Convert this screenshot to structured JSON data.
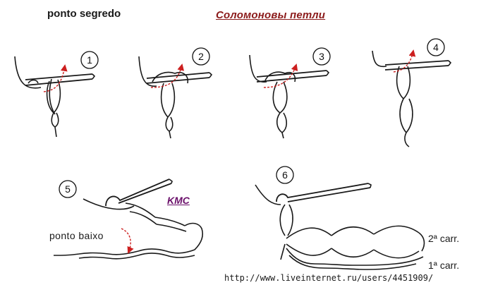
{
  "titles": {
    "left": "ponto segredo",
    "russian": "Соломоновы петли",
    "brand": "KMC"
  },
  "labels": {
    "ponto_baixo": "ponto baixo",
    "carr_2": "2ª carr.",
    "carr_1": "1ª carr."
  },
  "steps": [
    "1",
    "2",
    "3",
    "4",
    "5",
    "6"
  ],
  "footer": {
    "url": "http://www.liveinternet.ru/users/4451909/"
  },
  "colors": {
    "russian_title": "#8b1a1a",
    "brand": "#6a0f6a",
    "arrow": "#cc1f1f",
    "line": "#1a1a1a"
  }
}
